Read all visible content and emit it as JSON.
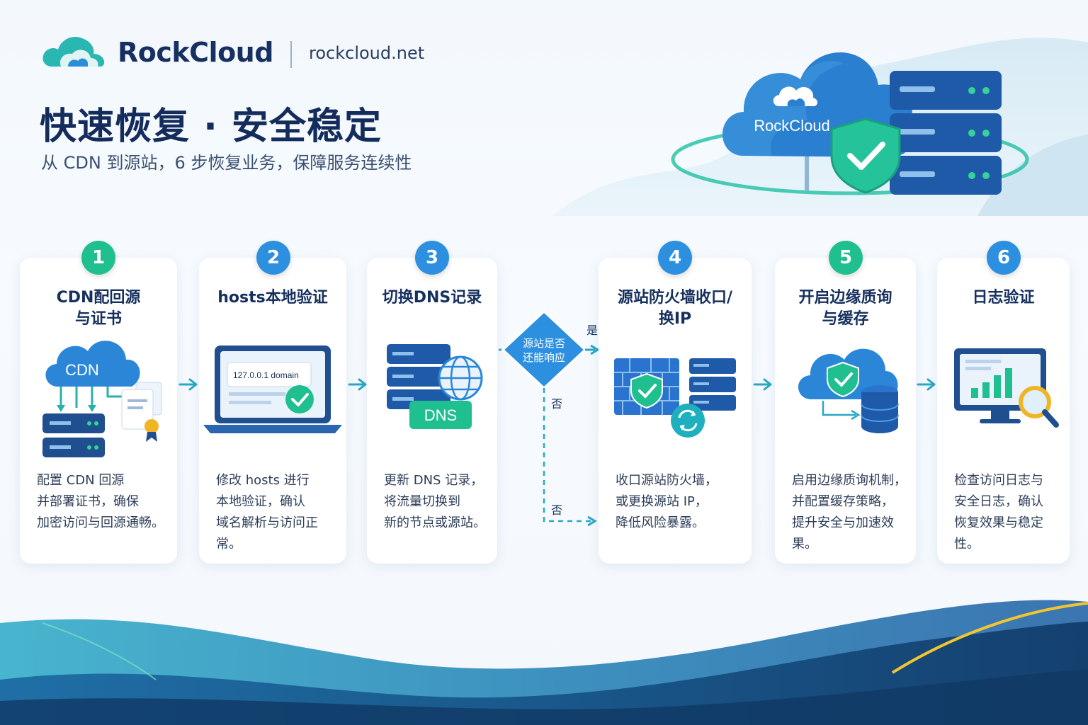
{
  "header": {
    "brand": "RockCloud",
    "url": "rockcloud.net",
    "title": "快速恢复 · 安全稳定",
    "subtitle": "从 CDN 到源站，6 步恢复业务，保障服务连续性",
    "hero_cloud_label": "RockCloud"
  },
  "steps": [
    {
      "num": "1",
      "title": [
        "CDN配回源",
        "与证书"
      ],
      "desc": [
        "配置 CDN 回源",
        "并部署证书，确保",
        "加密访问与回源通畅。"
      ],
      "icon_label": "CDN"
    },
    {
      "num": "2",
      "title": [
        "hosts本地验证"
      ],
      "desc": [
        "修改 hosts 进行",
        "本地验证，确认",
        "域名解析与访问正常。"
      ],
      "icon_label": "127.0.0.1   domain"
    },
    {
      "num": "3",
      "title": [
        "切换DNS记录"
      ],
      "desc": [
        "更新 DNS 记录，",
        "将流量切换到",
        "新的节点或源站。"
      ],
      "icon_label": "DNS"
    },
    {
      "num": "4",
      "title": [
        "源站防火墙收口/",
        "换IP"
      ],
      "desc": [
        "收口源站防火墙，",
        "或更换源站 IP，",
        "降低风险暴露。"
      ]
    },
    {
      "num": "5",
      "title": [
        "开启边缘质询",
        "与缓存"
      ],
      "desc": [
        "启用边缘质询机制，",
        "并配置缓存策略，",
        "提升安全与加速效果。"
      ]
    },
    {
      "num": "6",
      "title": [
        "日志验证"
      ],
      "desc": [
        "检查访问日志与",
        "安全日志，确认",
        "恢复效果与稳定性。"
      ]
    }
  ],
  "decision": {
    "question": [
      "源站是否",
      "还能响应"
    ],
    "yes": "是",
    "no_top": "否",
    "no_bottom": "否"
  },
  "colors": {
    "navy": "#173062",
    "blue": "#2c8fe0",
    "green": "#1fbf8f",
    "teal": "#29b6c9"
  }
}
